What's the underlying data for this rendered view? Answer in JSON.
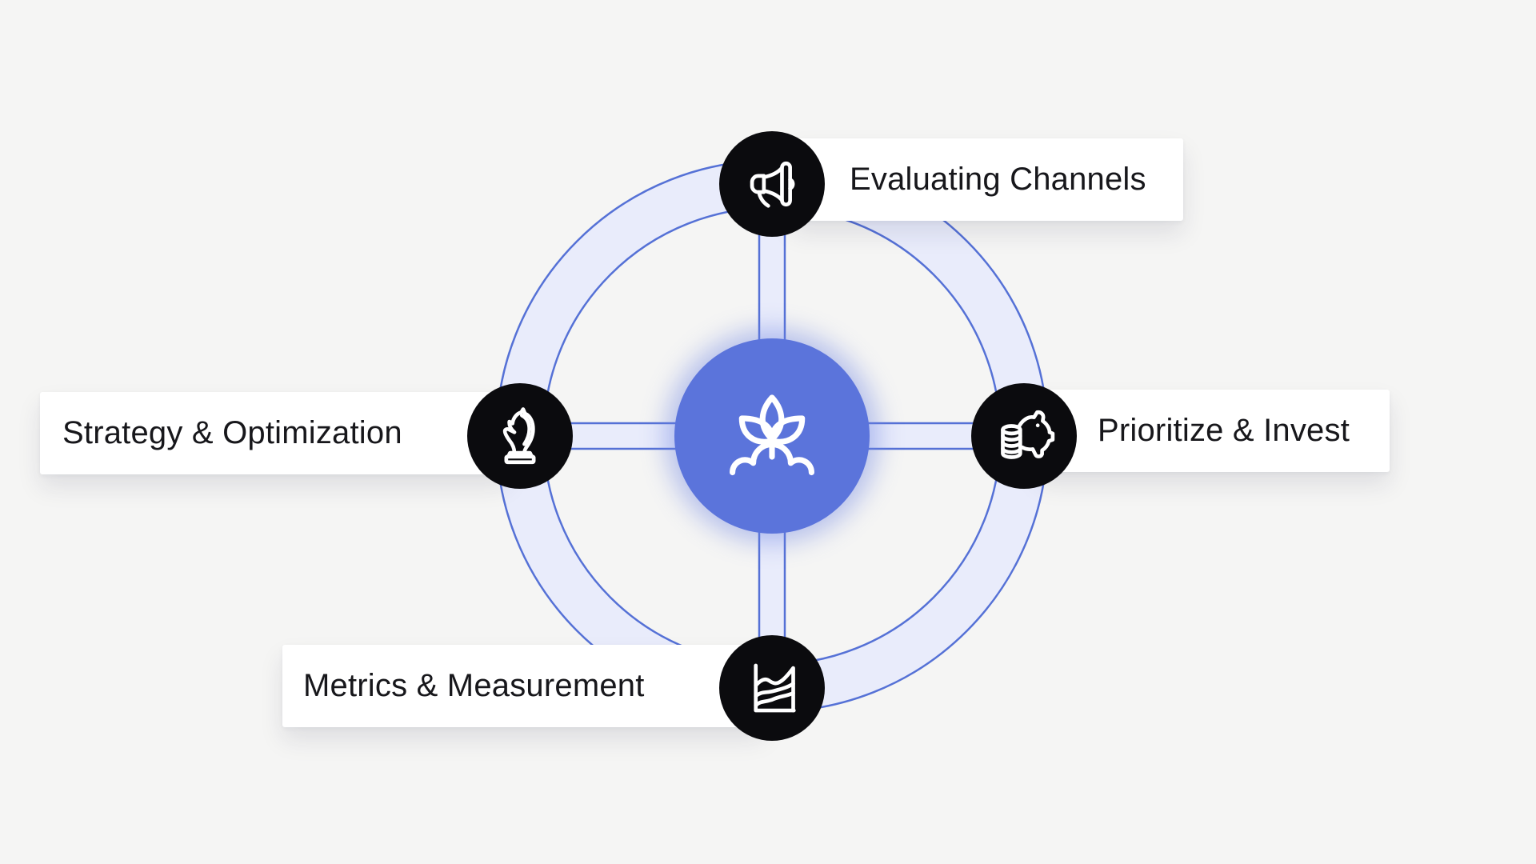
{
  "colors": {
    "canvas_bg": "#f5f5f4",
    "ring_stroke": "#5571d6",
    "ring_fill": "#e9ecfb",
    "center_fill": "#5b74db",
    "node_fill": "#0b0b0e",
    "icon_stroke": "#ffffff",
    "label_bg": "#ffffff",
    "label_text": "#17171b"
  },
  "diagram": {
    "type": "hub-and-spoke wheel",
    "center": {
      "icon": "sprout-icon"
    },
    "nodes": [
      {
        "position": "top",
        "icon": "megaphone-icon",
        "label": "Evaluating Channels"
      },
      {
        "position": "right",
        "icon": "piggy-bank-icon",
        "label": "Prioritize & Invest"
      },
      {
        "position": "bottom",
        "icon": "area-chart-icon",
        "label": "Metrics & Measurement"
      },
      {
        "position": "left",
        "icon": "chess-knight-icon",
        "label": "Strategy & Optimization"
      }
    ]
  }
}
